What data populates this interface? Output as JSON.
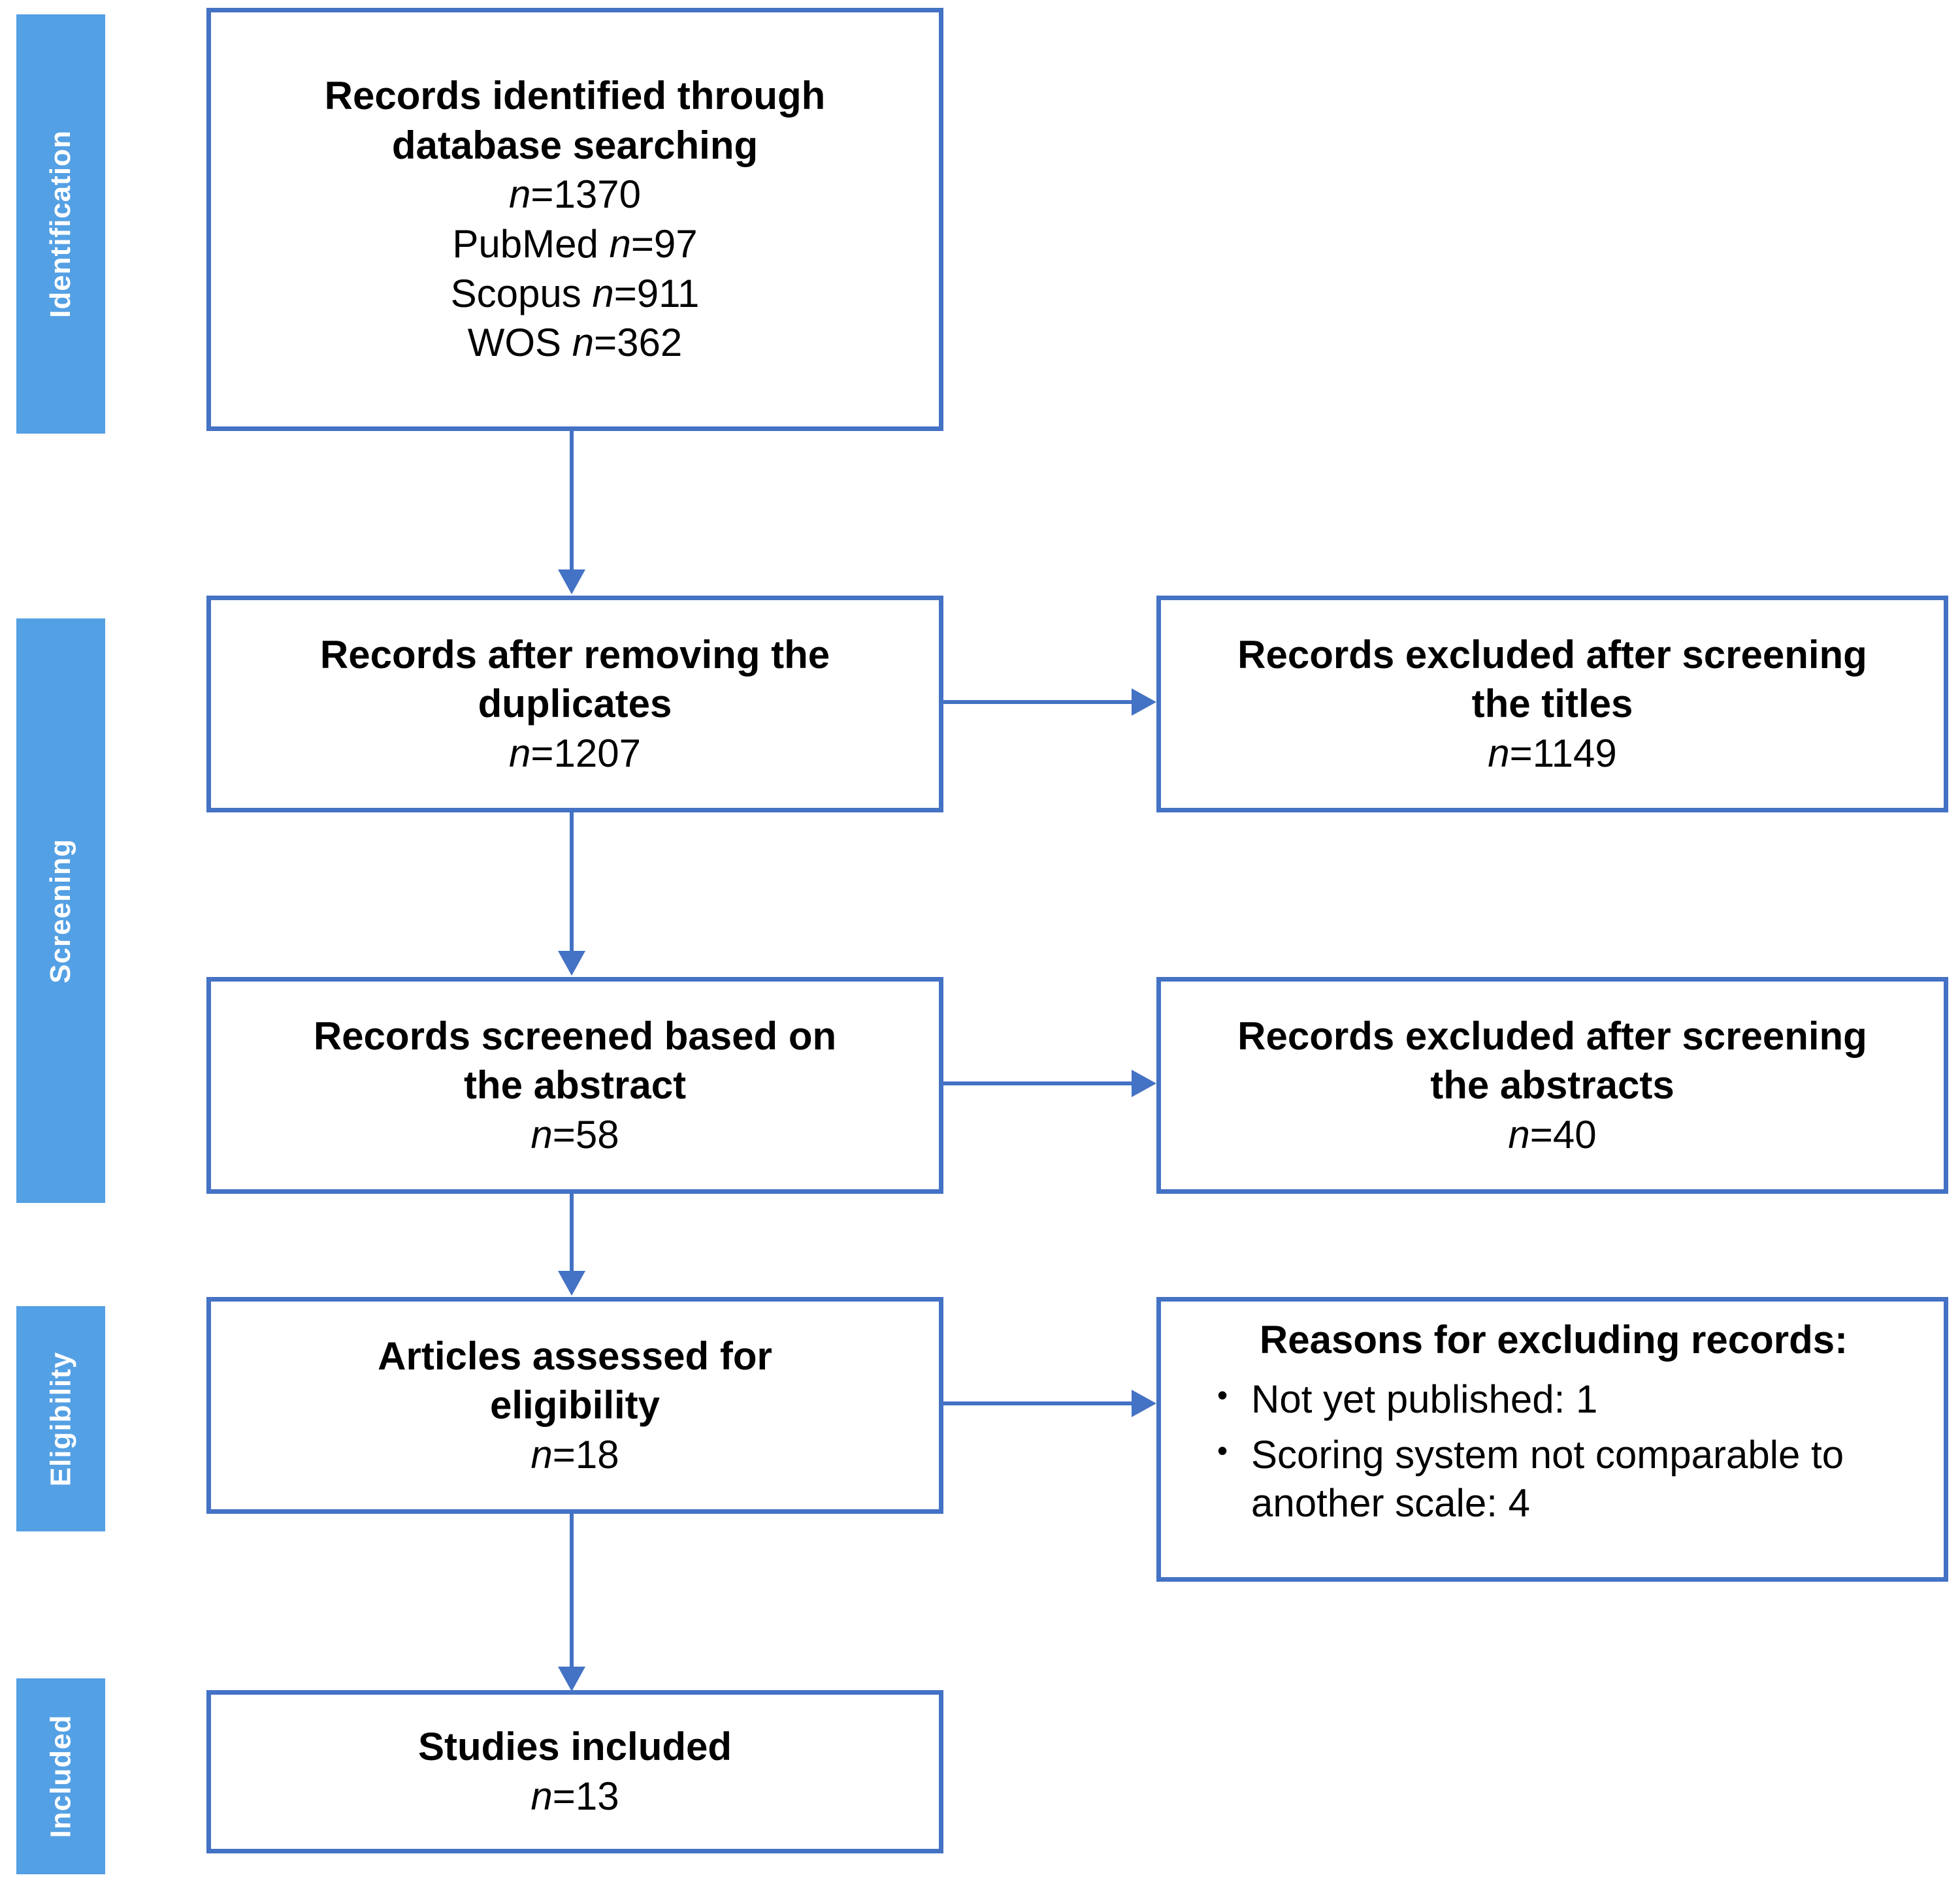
{
  "diagram": {
    "title": "PRISMA flow diagram",
    "colors": {
      "stage_bar": "#54A0E4",
      "box_border": "#4472C4",
      "connector": "#4472C4",
      "text": "#000000",
      "background": "#FFFFFF"
    }
  },
  "stages": [
    {
      "id": "identification",
      "label": "Identification"
    },
    {
      "id": "screening",
      "label": "Screening"
    },
    {
      "id": "eligibility",
      "label": "Eligibility"
    },
    {
      "id": "included",
      "label": "Included"
    }
  ],
  "boxes": {
    "identified": {
      "title_line1": "Records identified through",
      "title_line2": "database searching",
      "total": "n=1370",
      "source_pubmed": "PubMed n=97",
      "source_scopus": "Scopus n=911",
      "source_wos": "WOS n=362"
    },
    "after_duplicates": {
      "title_line1": "Records after removing the",
      "title_line2": "duplicates",
      "count": "n=1207"
    },
    "excluded_titles": {
      "title_line1": "Records excluded after screening",
      "title_line2": "the titles",
      "count": "n=1149"
    },
    "screened_abstract": {
      "title_line1": "Records screened based on",
      "title_line2": "the abstract",
      "count": "n=58"
    },
    "excluded_abstracts": {
      "title_line1": "Records excluded after screening",
      "title_line2": "the abstracts",
      "count": "n=40"
    },
    "eligibility_assessed": {
      "title_line1": "Articles assessed for",
      "title_line2": "eligibility",
      "count": "n=18"
    },
    "reasons": {
      "heading": "Reasons for excluding records:",
      "items": [
        "Not yet published: 1",
        "Scoring system not comparable to another scale: 4"
      ]
    },
    "included": {
      "title": "Studies included",
      "count": "n=13"
    }
  },
  "flow_data": {
    "type": "prisma-flow",
    "records_identified_total": 1370,
    "records_by_database": {
      "PubMed": 97,
      "Scopus": 911,
      "WOS": 362
    },
    "records_after_duplicates": 1207,
    "records_excluded_titles": 1149,
    "records_screened_abstract": 58,
    "records_excluded_abstracts": 40,
    "articles_assessed_eligibility": 18,
    "excluded_reasons": {
      "Not yet published": 1,
      "Scoring system not comparable to another scale": 4
    },
    "studies_included": 13
  }
}
